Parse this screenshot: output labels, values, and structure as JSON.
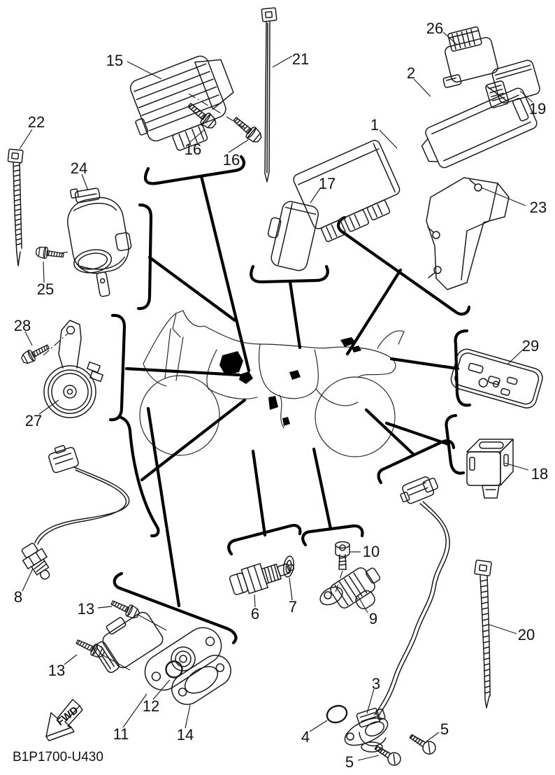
{
  "diagram": {
    "code": "B1P1700-U430",
    "fwd_label": "FWD",
    "callouts": {
      "c1": "1",
      "c2": "2",
      "c3": "3",
      "c4": "4",
      "c5a": "5",
      "c5b": "5",
      "c6": "6",
      "c7": "7",
      "c8": "8",
      "c9": "9",
      "c10": "10",
      "c11": "11",
      "c12": "12",
      "c13a": "13",
      "c13b": "13",
      "c14": "14",
      "c15": "15",
      "c16a": "16",
      "c16b": "16",
      "c17": "17",
      "c18": "18",
      "c19": "19",
      "c20": "20",
      "c21": "21",
      "c22": "22",
      "c23": "23",
      "c24": "24",
      "c25": "25",
      "c26": "26",
      "c27": "27",
      "c28": "28",
      "c29": "29"
    }
  }
}
